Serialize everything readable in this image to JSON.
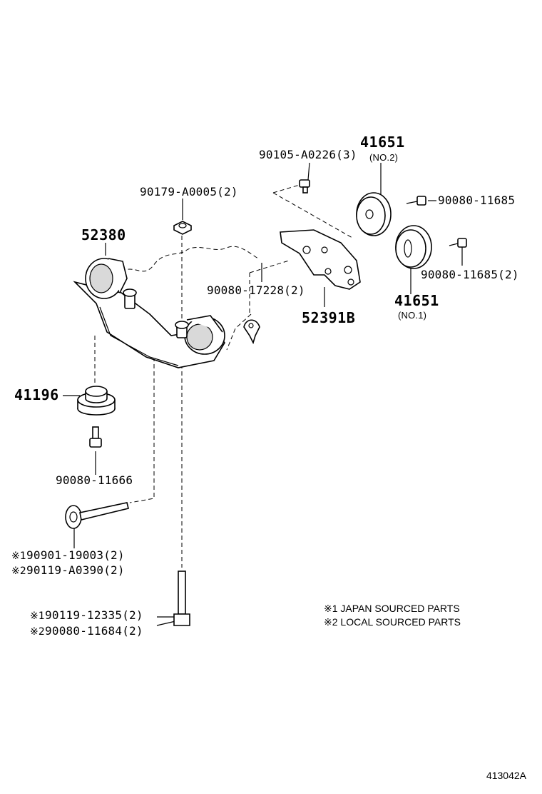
{
  "labels": {
    "p41651_no2": "41651",
    "p41651_no2_sub": "(NO.2)",
    "p90105": "90105-A0226(3)",
    "p90080_11685_top": "90080-11685",
    "p90179": "90179-A0005(2)",
    "p52380": "52380",
    "p90080_17228": "90080-17228(2)",
    "p52391b": "52391B",
    "p90080_11685_2": "90080-11685(2)",
    "p41651_no1": "41651",
    "p41651_no1_sub": "(NO.1)",
    "p41196": "41196",
    "p90080_11666": "90080-11666",
    "p90901": "90901-19003(2)",
    "p90901_mark": "※1",
    "p90119_a0390": "90119-A0390(2)",
    "p90119_a0390_mark": "※2",
    "p90119_12335": "90119-12335(2)",
    "p90119_12335_mark": "※1",
    "p90080_11684": "90080-11684(2)",
    "p90080_11684_mark": "※2"
  },
  "notes": {
    "note1": "※1 JAPAN SOURCED PARTS",
    "note2": "※2 LOCAL SOURCED PARTS"
  },
  "reference": "413042A"
}
